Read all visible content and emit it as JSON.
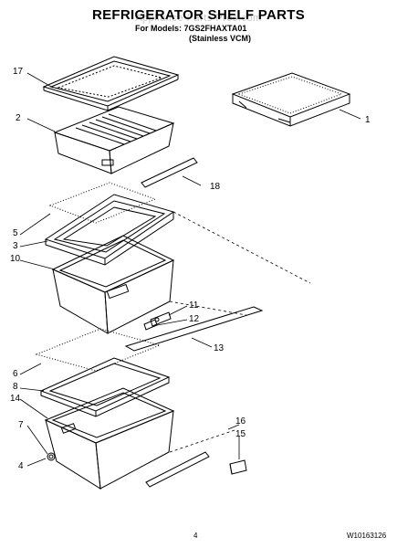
{
  "header": {
    "title": "REFRIGERATOR SHELF PARTS",
    "models_line": "For Models: 7GS2FHAXTA01",
    "color_line": "(Stainless VCM)",
    "watermark": "Appliance Parts Pros.com"
  },
  "callouts": [
    "17",
    "2",
    "18",
    "1",
    "5",
    "3",
    "10",
    "11",
    "12",
    "13",
    "6",
    "8",
    "14",
    "7",
    "4",
    "16",
    "15"
  ],
  "footer": {
    "page_number": "4",
    "doc_number": "W10163126"
  }
}
